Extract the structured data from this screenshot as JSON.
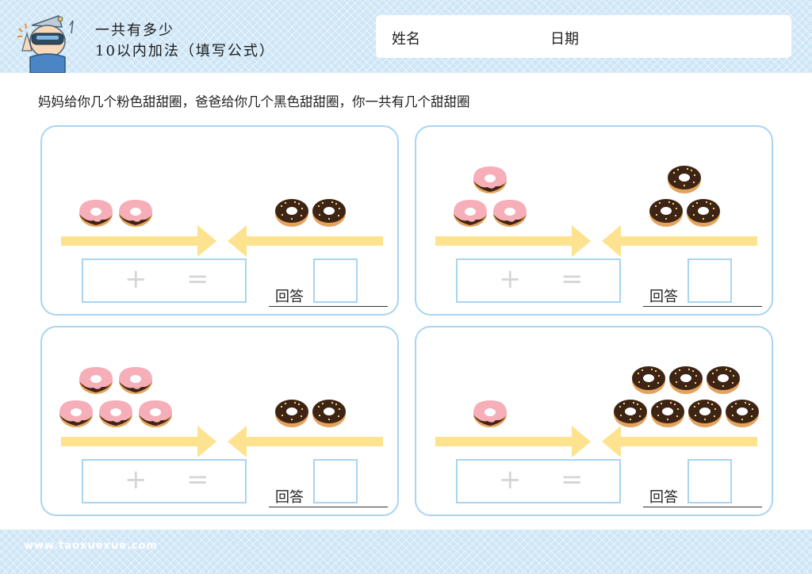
{
  "header": {
    "title_line1": "一共有多少",
    "title_line2": "10以内加法（填写公式）",
    "name_label": "姓名",
    "date_label": "日期"
  },
  "instruction": "妈妈给你几个粉色甜甜圈，爸爸给你几个黑色甜甜圈，你一共有几个甜甜圈",
  "cards": [
    {
      "pink_count": 2,
      "chocolate_count": 2,
      "plus": "+",
      "equals": "=",
      "answer_label": "回答"
    },
    {
      "pink_count": 3,
      "chocolate_count": 3,
      "plus": "+",
      "equals": "=",
      "answer_label": "回答"
    },
    {
      "pink_count": 5,
      "chocolate_count": 2,
      "plus": "+",
      "equals": "=",
      "answer_label": "回答"
    },
    {
      "pink_count": 1,
      "chocolate_count": 7,
      "plus": "+",
      "equals": "=",
      "answer_label": "回答"
    }
  ],
  "footer": {
    "website": "www.taoxuexue.com"
  },
  "colors": {
    "band": "#cfe6f7",
    "card_border": "#a9d4f2",
    "arrow": "#fde38f",
    "pink_icing": "#f6aeb9",
    "chocolate": "#3d2414",
    "dough": "#e4a35d"
  }
}
